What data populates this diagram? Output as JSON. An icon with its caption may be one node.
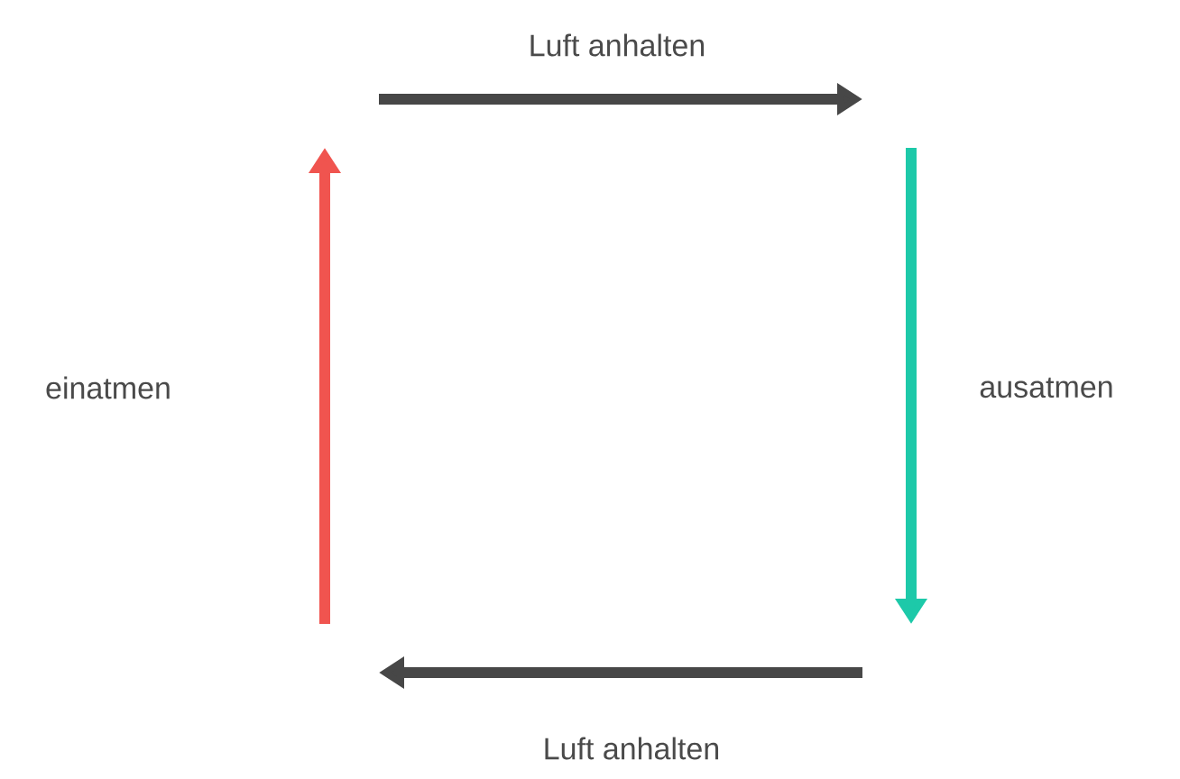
{
  "diagram": {
    "labels": [
      "Luft anhalten",
      "einatmen",
      "ausatmen",
      "Luft anhalten"
    ]
  }
}
